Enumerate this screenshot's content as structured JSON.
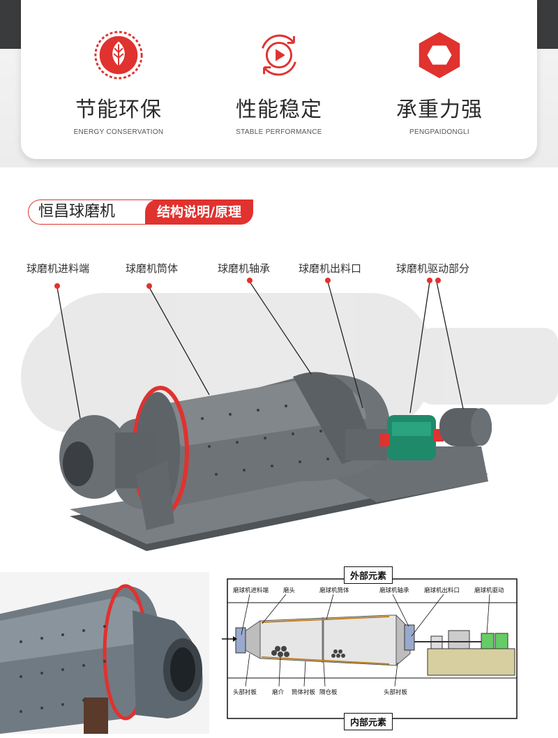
{
  "features": [
    {
      "title": "节能环保",
      "subtitle": "ENERGY CONSERVATION",
      "icon": "leaf-icon"
    },
    {
      "title": "性能稳定",
      "subtitle": "STABLE PERFORMANCE",
      "icon": "play-cycle-icon"
    },
    {
      "title": "承重力强",
      "subtitle": "PENGPAIDONGLI",
      "icon": "hexagon-icon"
    }
  ],
  "section": {
    "name": "恒昌球磨机",
    "tag": "结构说明/原理"
  },
  "callouts": [
    "球磨机进料端",
    "球磨机筒体",
    "球磨机轴承",
    "球磨机出料口",
    "球磨机驱动部分"
  ],
  "schematic": {
    "outer_title": "外部元素",
    "inner_title": "内部元素",
    "top_labels": [
      "磨球机进料端",
      "磨头",
      "磨球机筒体",
      "磨球机轴承",
      "磨球机出料口",
      "磨球机驱动"
    ],
    "bottom_labels": [
      "头部衬板",
      "磨介",
      "筒体衬板",
      "隔仓板",
      "头部衬板"
    ]
  },
  "colors": {
    "accent": "#e0322f",
    "machine": "#6e7378",
    "gear": "#1f8a6a"
  }
}
